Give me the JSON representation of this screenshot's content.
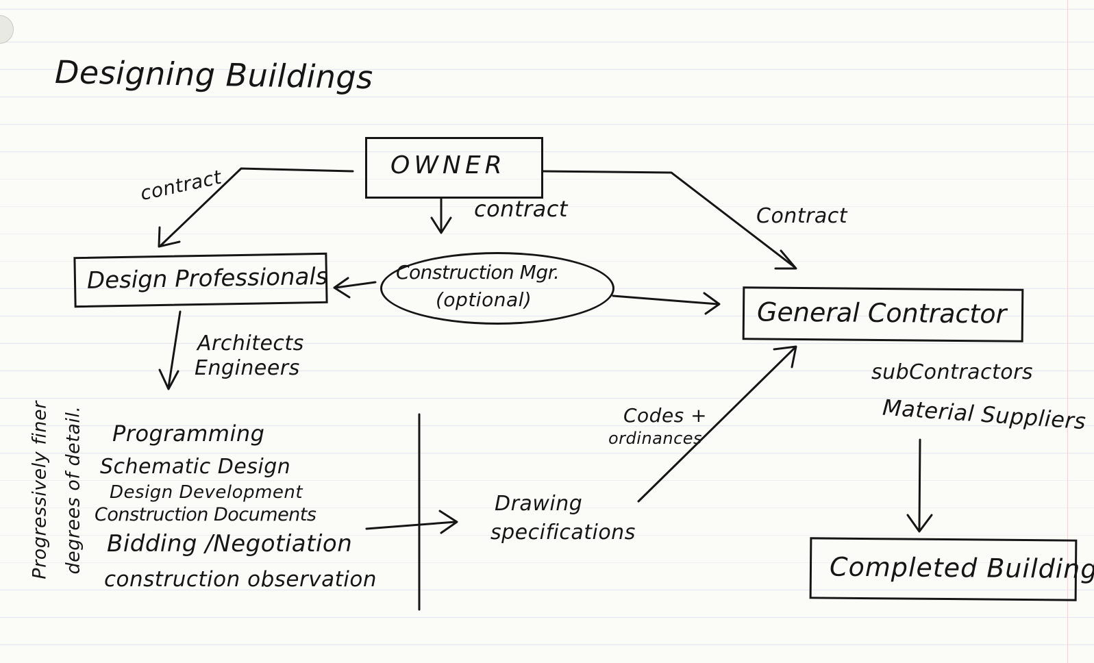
{
  "title": "Designing Buildings",
  "nodes": {
    "owner": "OWNER",
    "design_professionals": "Design Professionals",
    "construction_mgr_line1": "Construction Mgr.",
    "construction_mgr_line2": "(optional)",
    "general_contractor": "General Contractor",
    "completed_building": "Completed Building"
  },
  "edge_labels": {
    "contract_left": "contract",
    "contract_center": "contract",
    "contract_right": "Contract",
    "architects": "Architects",
    "engineers": "Engineers",
    "codes": "Codes +",
    "ordinances": "ordinances",
    "subcontractors": "subContractors",
    "material_suppliers": "Material Suppliers"
  },
  "phases": [
    "Programming",
    "Schematic Design",
    "Design Development",
    "Construction Documents",
    "Bidding /Negotiation",
    "construction observation"
  ],
  "side_note_line1": "Progressively finer",
  "side_note_line2": "degrees of detail.",
  "outputs_line1": "Drawing",
  "outputs_line2": "specifications"
}
